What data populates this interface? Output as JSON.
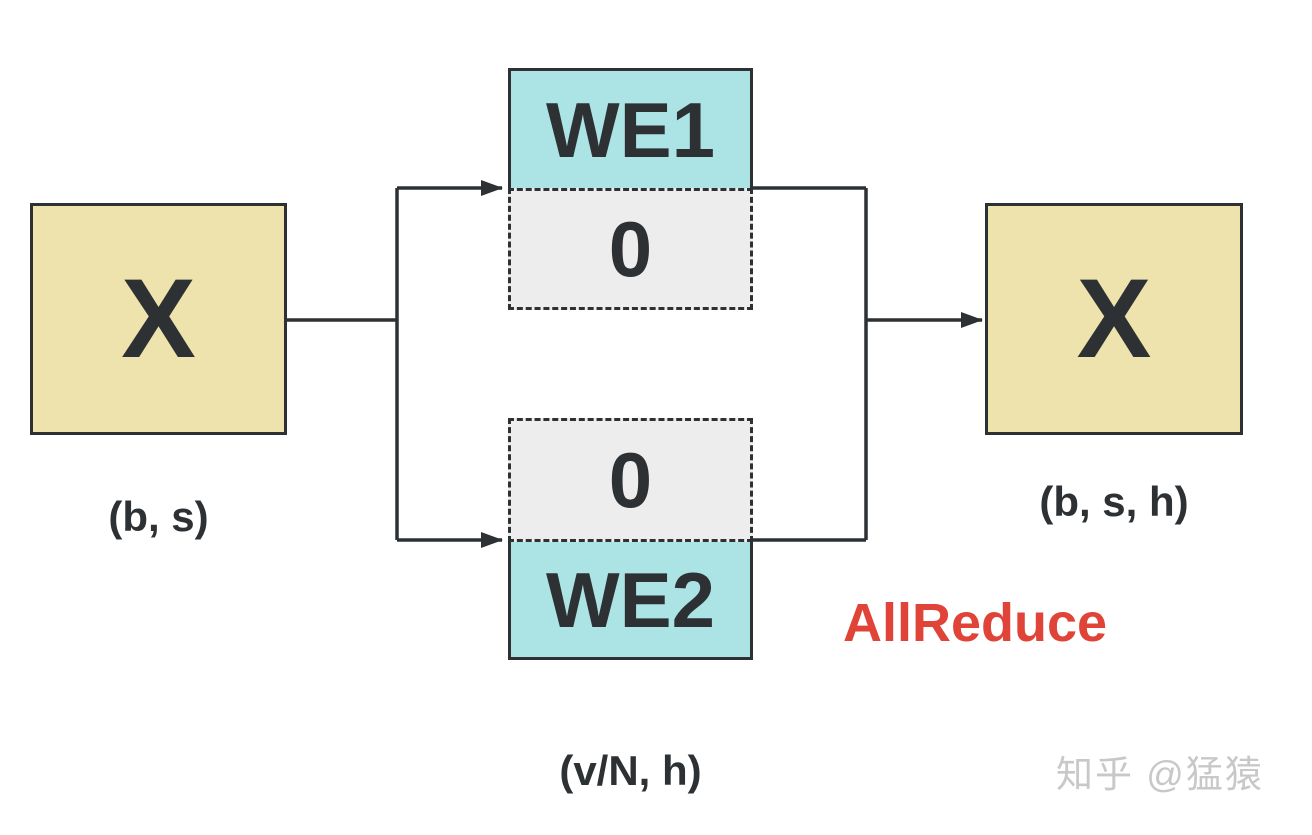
{
  "diagram": {
    "title_semantic": "word-embedding tensor parallelism with AllReduce",
    "input_box": {
      "label": "X",
      "shape_label": "(b, s)"
    },
    "output_box": {
      "label": "X",
      "shape_label": "(b, s, h)"
    },
    "we1_box": {
      "label": "WE1"
    },
    "we2_box": {
      "label": "WE2"
    },
    "zero_top_box": {
      "label": "0"
    },
    "zero_bottom_box": {
      "label": "0"
    },
    "weight_shape_label": "(v/N, h)",
    "operation_label": "AllReduce",
    "watermark": "知乎 @猛猿",
    "colors": {
      "tensor_fill_yellow": "#EEE3AD",
      "embedding_fill_cyan": "#ACE4E6",
      "zero_fill_gray": "#EDEDED",
      "stroke_dark": "#2D3134",
      "operation_red": "#E04338",
      "watermark_gray": "#C8C8C8",
      "background": "#FFFFFF"
    }
  }
}
